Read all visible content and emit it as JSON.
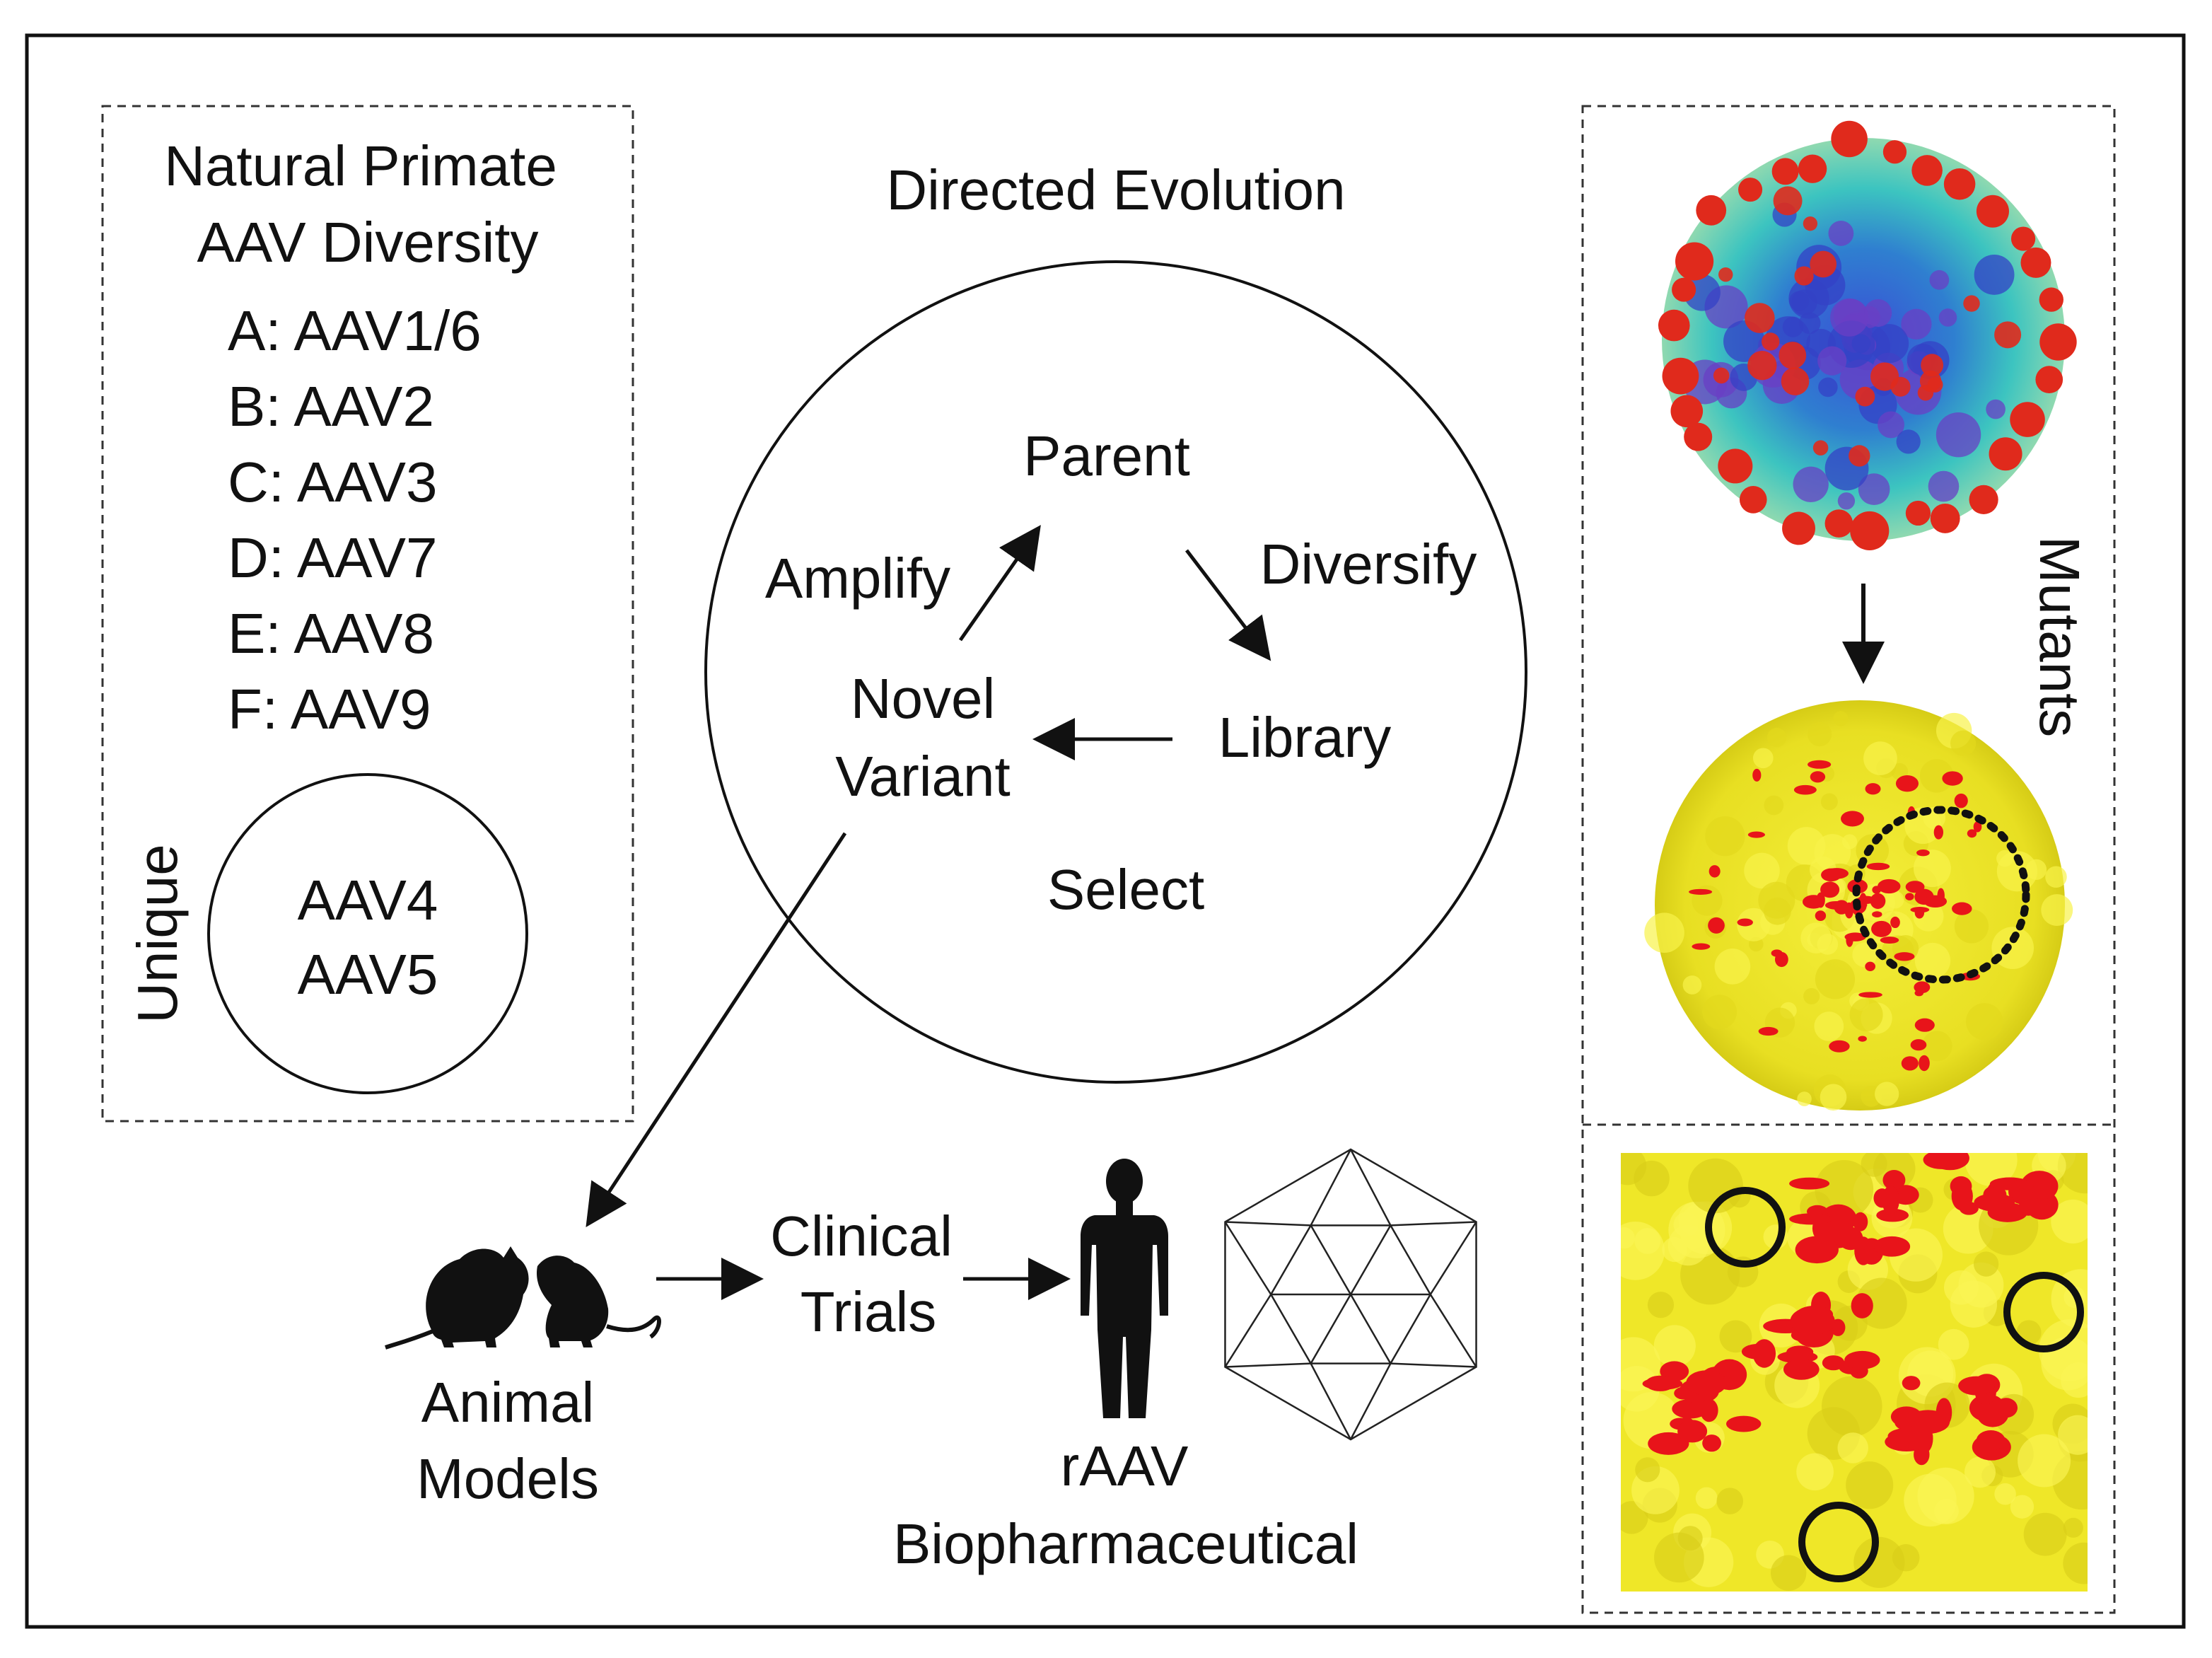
{
  "left_panel": {
    "title_line1": "Natural Primate",
    "title_line2": "AAV Diversity",
    "clades": [
      "A: AAV1/6",
      "B: AAV2",
      "C: AAV3",
      "D: AAV7",
      "E: AAV8",
      "F: AAV9"
    ],
    "unique_label": "Unique",
    "unique_members": [
      "AAV4",
      "AAV5"
    ]
  },
  "center_panel": {
    "title": "Directed Evolution",
    "cycle": {
      "parent": "Parent",
      "diversify": "Diversify",
      "library": "Library",
      "select": "Select",
      "novel_line1": "Novel",
      "novel_line2": "Variant",
      "amplify": "Amplify"
    }
  },
  "pipeline": {
    "animal_line1": "Animal",
    "animal_line2": "Models",
    "clinical_line1": "Clinical",
    "clinical_line2": "Trials",
    "raav_line1": "rAAV",
    "raav_line2": "Biopharmaceutical"
  },
  "right_panel": {
    "mutants_label": "Mutants"
  },
  "colors": {
    "capsid_blue": "#2a3fc8",
    "capsid_cyan": "#38c6c2",
    "capsid_red": "#e02a1c",
    "capsid_yellow": "#f2ec2a",
    "mutation_red": "#e8141a",
    "line": "#111111"
  }
}
